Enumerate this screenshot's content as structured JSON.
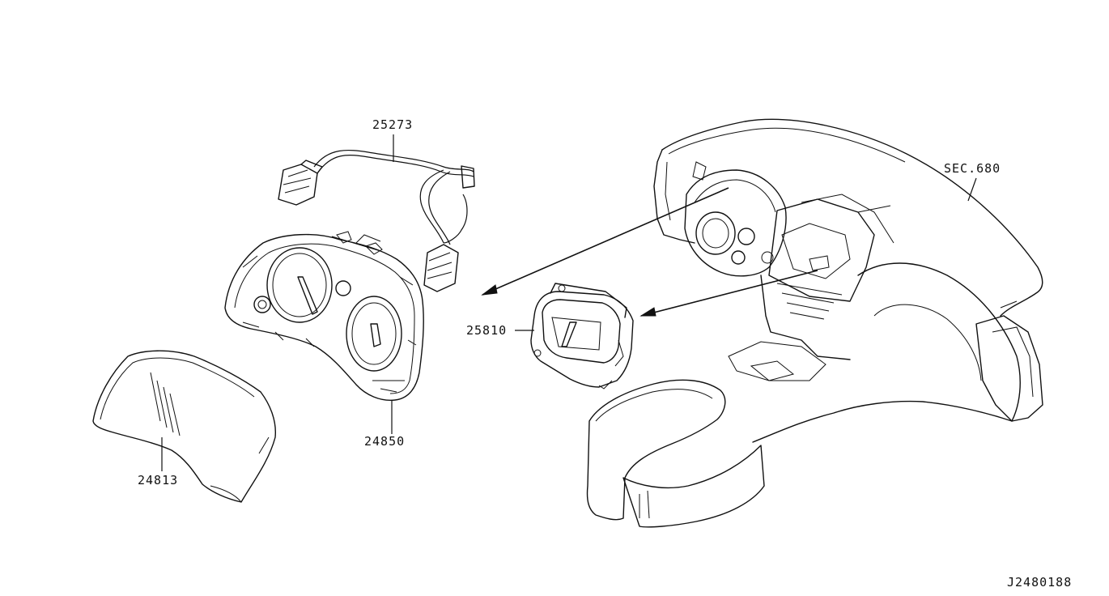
{
  "parts": {
    "harness": "25273",
    "meter_assembly": "24850",
    "meter_cover": "24813",
    "display_unit": "25810",
    "section_ref": "SEC.680"
  },
  "figure_code": "J2480188"
}
